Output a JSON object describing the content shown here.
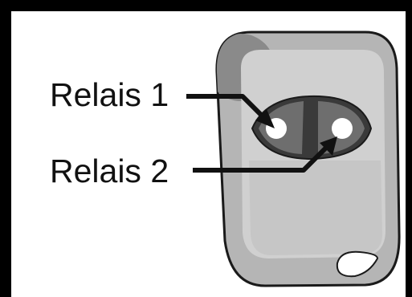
{
  "labels": {
    "relay_1": "Relais 1",
    "relay_2": "Relais 2"
  },
  "colors": {
    "frame": "#000000",
    "body_outer": "#b5b5b5",
    "body_inner": "#d0d0d0",
    "body_outline": "#1a1a1a",
    "led": "#8a8a8a",
    "button_pad": "#3a3a3a",
    "button_half": "#6e6e6e",
    "button_dot": "#ffffff",
    "key_ring": "#ffffff"
  },
  "icons": {
    "remote": "key-fob-remote",
    "arrow": "elbow-arrow"
  }
}
